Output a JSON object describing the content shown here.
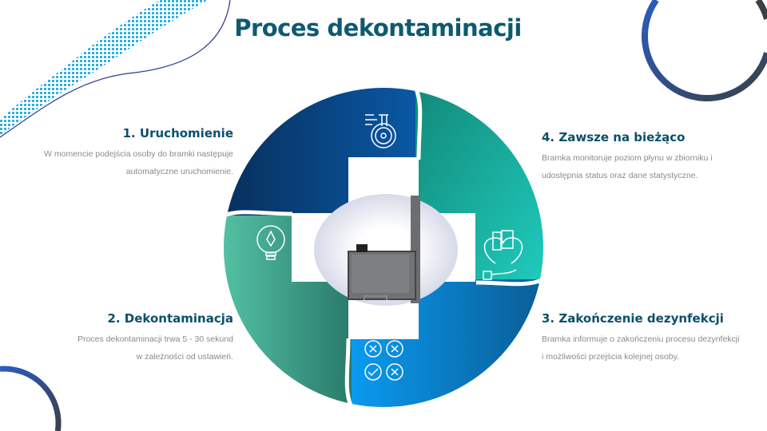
{
  "title": "Proces dekontaminacji",
  "steps": [
    {
      "heading": "1. Uruchomienie",
      "text_line1": "W momencie podejścia osoby do bramki następuje",
      "text_line2": "automatyczne uruchomienie.",
      "icon": "flask-gear-icon"
    },
    {
      "heading": "2. Dekontaminacja",
      "text_line1": "Proces dekontaminacji trwa 5 - 30 sekund",
      "text_line2": "w zależności od ustawień.",
      "icon": "lightbulb-icon"
    },
    {
      "heading": "3. Zakończenie dezynfekcji",
      "text_line1": "Bramka informuje o zakończeniu procesu dezynfekcji",
      "text_line2": "i możliwości przejścia kolejnej osoby.",
      "icon": "check-cross-icon"
    },
    {
      "heading": "4. Zawsze na bieżąco",
      "text_line1": "Bramka monitoruje poziom płynu w zbiorniku i",
      "text_line2": "udostępnia status oraz dane statystyczne.",
      "icon": "heart-monitor-hand-icon"
    }
  ],
  "colors": {
    "title": "#0d5a70",
    "q1": "#0a4f8f",
    "q2": "#3aa88f",
    "q3": "#0a86d0",
    "q4": "#1ab8a8"
  }
}
